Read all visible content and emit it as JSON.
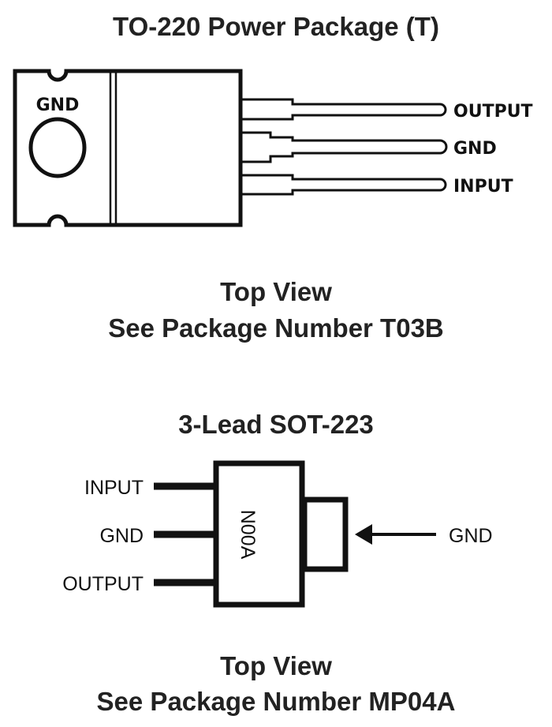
{
  "to220": {
    "title": "TO-220 Power Package (T)",
    "tab_label": "GND",
    "pins": [
      "OUTPUT",
      "GND",
      "INPUT"
    ],
    "caption_line1": "Top View",
    "caption_line2": "See Package Number T03B"
  },
  "sot223": {
    "title": "3-Lead SOT-223",
    "marking": "N00A",
    "pins": [
      "INPUT",
      "GND",
      "OUTPUT"
    ],
    "tab_label": "GND",
    "caption_line1": "Top View",
    "caption_line2": "See Package Number MP04A"
  }
}
